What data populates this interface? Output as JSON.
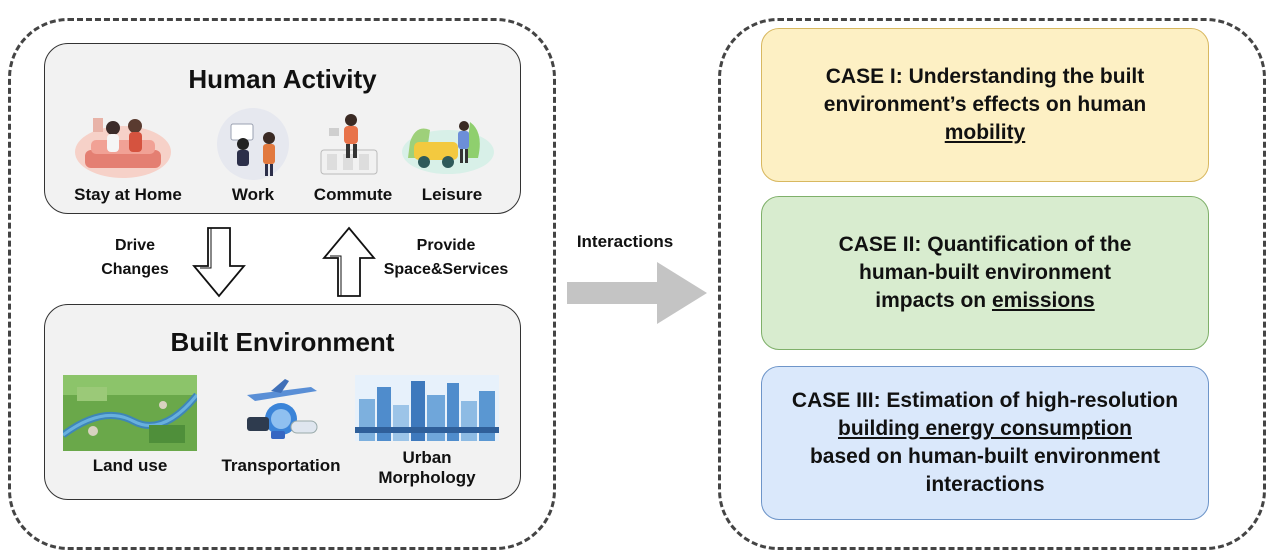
{
  "human_activity": {
    "title": "Human Activity",
    "items": [
      {
        "label": "Stay at Home",
        "icon": "family-at-home-icon"
      },
      {
        "label": "Work",
        "icon": "office-work-icon"
      },
      {
        "label": "Commute",
        "icon": "commute-icon"
      },
      {
        "label": "Leisure",
        "icon": "leisure-icon"
      }
    ]
  },
  "built_environment": {
    "title": "Built Environment",
    "items": [
      {
        "label": "Land use",
        "icon": "landscape-icon"
      },
      {
        "label": "Transportation",
        "icon": "transport-icon"
      },
      {
        "label": "Urban",
        "label2": "Morphology",
        "icon": "city-skyline-icon"
      }
    ]
  },
  "flows": {
    "down_line1": "Drive",
    "down_line2": "Changes",
    "up_line1": "Provide",
    "up_line2": "Space&Services",
    "interactions": "Interactions"
  },
  "cases": [
    {
      "line1": "CASE I: Understanding the built",
      "line2": "environment’s effects on human",
      "underlined": "mobility",
      "color": "#fdf0c4",
      "border": "#d8b860"
    },
    {
      "line1": "CASE II: Quantification of the",
      "line2": "human-built environment",
      "line3_prefix": "impacts on ",
      "underlined": "emissions",
      "color": "#d8eccf",
      "border": "#7fb06a"
    },
    {
      "line1": "CASE III: Estimation of high-resolution",
      "underlined": "building energy consumption",
      "line3": "based on human-built environment",
      "line4": "interactions",
      "color": "#dae8fb",
      "border": "#6e95c9"
    }
  ]
}
